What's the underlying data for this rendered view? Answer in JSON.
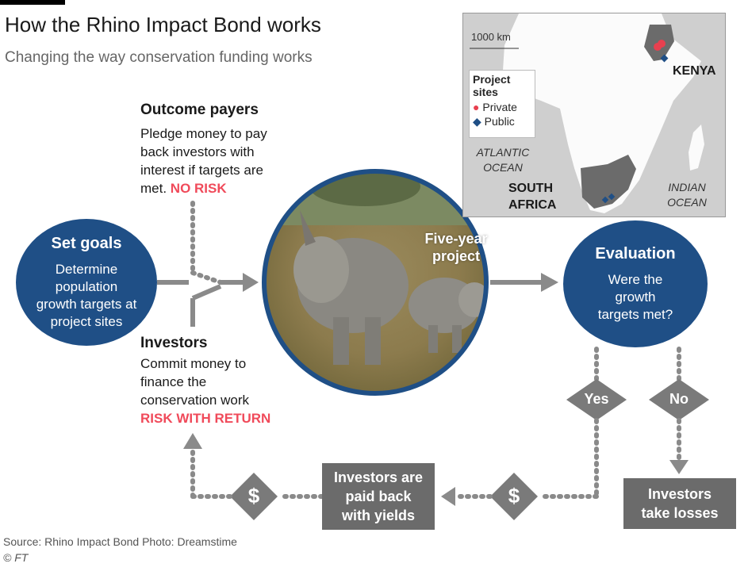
{
  "header": {
    "title": "How the Rhino Impact Bond works",
    "subtitle": "Changing the way conservation funding works"
  },
  "outcome_payers": {
    "heading": "Outcome payers",
    "line1": "Pledge money to pay",
    "line2": "back investors with",
    "line3": "interest if targets are",
    "line4": "met.",
    "risk": "NO RISK"
  },
  "investors": {
    "heading": "Investors",
    "line1": "Commit money to",
    "line2": "finance the",
    "line3": "conservation work",
    "risk": "RISK WITH RETURN"
  },
  "set_goals": {
    "title": "Set goals",
    "line1": "Determine",
    "line2": "population",
    "line3": "growth targets at",
    "line4": "project sites"
  },
  "project": {
    "line1": "Five-year",
    "line2": "project"
  },
  "evaluation": {
    "title": "Evaluation",
    "line1": "Were the",
    "line2": "growth",
    "line3": "targets met?"
  },
  "decision": {
    "yes": "Yes",
    "no": "No"
  },
  "outcomes": {
    "paid_line1": "Investors are",
    "paid_line2": "paid  back",
    "paid_line3": "with yields",
    "loss_line1": "Investors",
    "loss_line2": "take losses"
  },
  "dollar_symbol": "$",
  "map": {
    "scale": "1000 km",
    "legend_title_1": "Project",
    "legend_title_2": "sites",
    "legend_private": "Private",
    "legend_public": "Public",
    "atlantic_1": "ATLANTIC",
    "atlantic_2": "OCEAN",
    "indian_1": "INDIAN",
    "indian_2": "OCEAN",
    "kenya": "KENYA",
    "sa_1": "SOUTH",
    "sa_2": "AFRICA"
  },
  "footer": {
    "source": "Source: Rhino Impact Bond  Photo: Dreamstime",
    "credit": "© FT"
  },
  "colors": {
    "navy": "#1f4f86",
    "gray_box": "#6b6b6b",
    "risk_red": "#f04a5a",
    "private_marker": "#e8404f",
    "public_marker": "#1f4f86"
  },
  "icons": [
    "arrow-icon",
    "diamond-icon",
    "private-marker-icon",
    "public-marker-icon"
  ]
}
